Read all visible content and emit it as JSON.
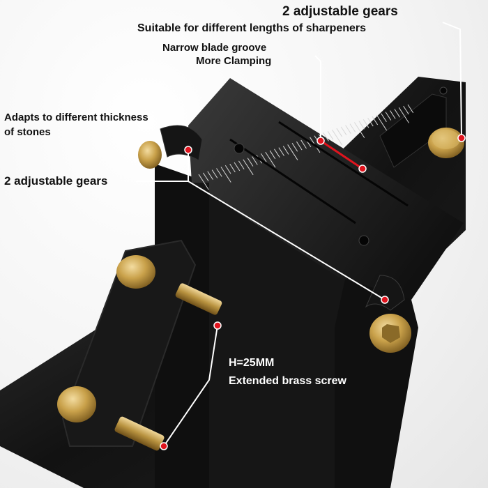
{
  "annotations": {
    "top_gears_title": "2 adjustable gears",
    "top_gears_desc": "Suitable for different lengths of sharpeners",
    "groove_line1": "Narrow blade groove",
    "groove_line2": "More Clamping",
    "stones_line1": "Adapts to different thickness",
    "stones_line2": "of stones",
    "side_gears_title": "2 adjustable gears",
    "screw_height": "H=25MM",
    "screw_desc": "Extended brass screw"
  },
  "colors": {
    "accent_dot": "#e0141e",
    "annotation_line": "#ffffff",
    "brass": "#c9a14a",
    "body": "#141414"
  }
}
